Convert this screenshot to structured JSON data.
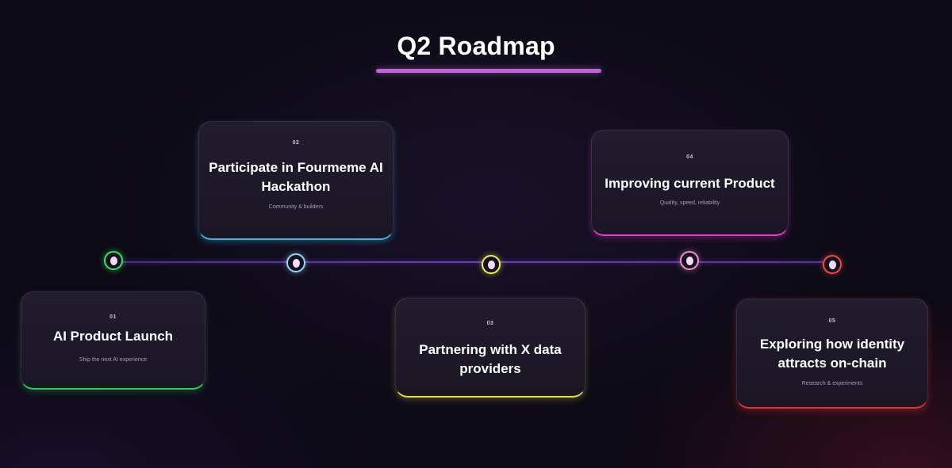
{
  "title": "Q2 Roadmap",
  "colors": {
    "title_underline": "#c561e0",
    "milestone_1": "#2ecc52",
    "milestone_2": "#3ab6e6",
    "milestone_3": "#e3e32e",
    "milestone_4": "#e23cc8",
    "milestone_5": "#e2332e",
    "node_1": "#3be060",
    "node_2": "#8fd8f2",
    "node_3": "#f0f04a",
    "node_4": "#f28ec8",
    "node_5": "#ef4a40"
  },
  "milestones": [
    {
      "number": "01",
      "title": "AI Product Launch",
      "subtitle": "Ship the next AI experience"
    },
    {
      "number": "02",
      "title": "Participate in Fourmeme AI Hackathon",
      "subtitle": "Community & builders"
    },
    {
      "number": "03",
      "title": "Partnering with X data providers",
      "subtitle": ""
    },
    {
      "number": "04",
      "title": "Improving current Product",
      "subtitle": "Quality, speed, reliability"
    },
    {
      "number": "05",
      "title": "Exploring how identity attracts on-chain",
      "subtitle": "Research & experiments"
    }
  ]
}
